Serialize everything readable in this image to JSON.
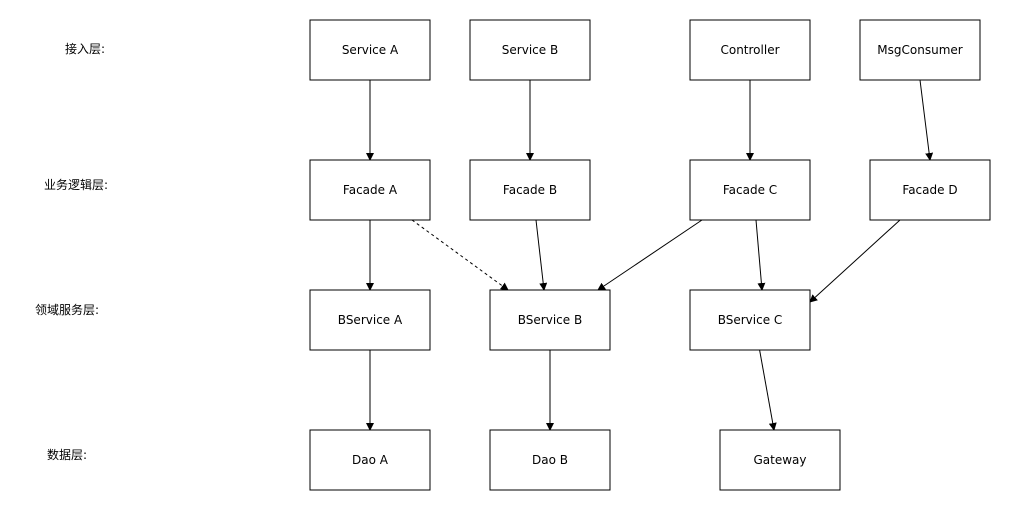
{
  "layers": [
    {
      "id": "access",
      "label": "接入层:"
    },
    {
      "id": "business",
      "label": "业务逻辑层:"
    },
    {
      "id": "domain",
      "label": "领域服务层:"
    },
    {
      "id": "data",
      "label": "数据层:"
    }
  ],
  "nodes": {
    "service_a": {
      "label": "Service A"
    },
    "service_b": {
      "label": "Service B"
    },
    "controller": {
      "label": "Controller"
    },
    "msg_consumer": {
      "label": "MsgConsumer"
    },
    "facade_a": {
      "label": "Facade A"
    },
    "facade_b": {
      "label": "Facade B"
    },
    "facade_c": {
      "label": "Facade C"
    },
    "facade_d": {
      "label": "Facade D"
    },
    "bservice_a": {
      "label": "BService A"
    },
    "bservice_b": {
      "label": "BService B"
    },
    "bservice_c": {
      "label": "BService C"
    },
    "dao_a": {
      "label": "Dao A"
    },
    "dao_b": {
      "label": "Dao B"
    },
    "gateway": {
      "label": "Gateway"
    }
  },
  "edges": [
    {
      "from": "service_a",
      "to": "facade_a",
      "style": "solid"
    },
    {
      "from": "service_b",
      "to": "facade_b",
      "style": "solid"
    },
    {
      "from": "controller",
      "to": "facade_c",
      "style": "solid"
    },
    {
      "from": "msg_consumer",
      "to": "facade_d",
      "style": "solid"
    },
    {
      "from": "facade_a",
      "to": "bservice_a",
      "style": "solid"
    },
    {
      "from": "facade_a",
      "to": "bservice_b",
      "style": "dashed"
    },
    {
      "from": "facade_b",
      "to": "bservice_b",
      "style": "solid"
    },
    {
      "from": "facade_c",
      "to": "bservice_b",
      "style": "solid"
    },
    {
      "from": "facade_c",
      "to": "bservice_c",
      "style": "solid"
    },
    {
      "from": "facade_d",
      "to": "bservice_c",
      "style": "solid"
    },
    {
      "from": "bservice_a",
      "to": "dao_a",
      "style": "solid"
    },
    {
      "from": "bservice_b",
      "to": "dao_b",
      "style": "solid"
    },
    {
      "from": "bservice_c",
      "to": "gateway",
      "style": "solid"
    }
  ]
}
